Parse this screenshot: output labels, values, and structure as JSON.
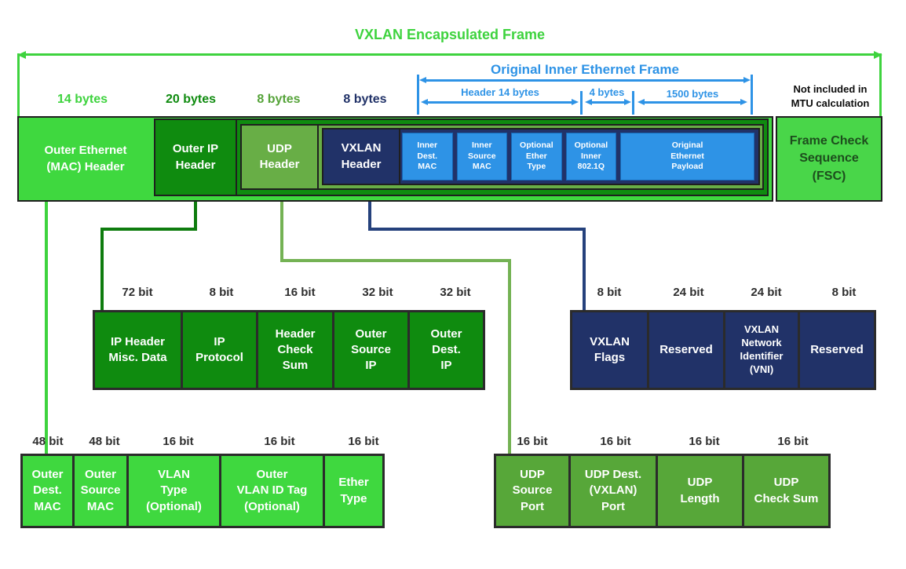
{
  "top_arrow": {
    "title": "VXLAN Encapsulated Frame"
  },
  "inner_frame": {
    "title": "Original Inner Ethernet Frame",
    "measures": [
      "Header 14 bytes",
      "4 bytes",
      "1500 bytes"
    ],
    "mtu_note": "Not included in\nMTU calculation"
  },
  "byte_labels": [
    "14 bytes",
    "20 bytes",
    "8 bytes",
    "8 bytes"
  ],
  "frame": {
    "outer_ethernet": "Outer Ethernet\n(MAC) Header",
    "outer_ip": "Outer IP\nHeader",
    "udp": "UDP\nHeader",
    "vxlan": "VXLAN\nHeader",
    "inner_fields": [
      "Inner\nDest.\nMAC",
      "Inner\nSource\nMAC",
      "Optional\nEther\nType",
      "Optional\nInner\n802.1Q",
      "Original\nEthernet\nPayload"
    ],
    "fcs": "Frame Check\nSequence\n(FSC)"
  },
  "ip_breakdown": {
    "bits": [
      "72 bit",
      "8 bit",
      "16 bit",
      "32 bit",
      "32 bit"
    ],
    "fields": [
      "IP Header\nMisc. Data",
      "IP\nProtocol",
      "Header\nCheck\nSum",
      "Outer\nSource\nIP",
      "Outer\nDest.\nIP"
    ]
  },
  "vxlan_breakdown": {
    "bits": [
      "8 bit",
      "24 bit",
      "24 bit",
      "8 bit"
    ],
    "fields": [
      "VXLAN\nFlags",
      "Reserved",
      "VXLAN\nNetwork\nIdentifier\n(VNI)",
      "Reserved"
    ]
  },
  "eth_breakdown": {
    "bits": [
      "48 bit",
      "48 bit",
      "16 bit",
      "16 bit",
      "16 bit"
    ],
    "fields": [
      "Outer\nDest.\nMAC",
      "Outer\nSource\nMAC",
      "VLAN\nType\n(Optional)",
      "Outer\nVLAN ID Tag\n(Optional)",
      "Ether\nType"
    ]
  },
  "udp_breakdown": {
    "bits": [
      "16 bit",
      "16 bit",
      "16 bit",
      "16 bit"
    ],
    "fields": [
      "UDP\nSource\nPort",
      "UDP Dest.\n(VXLAN)\nPort",
      "UDP\nLength",
      "UDP\nCheck Sum"
    ]
  },
  "colors": {
    "light_green": "#3ed33e",
    "dark_green": "#0f8b0f",
    "medium_green": "#68ae46",
    "udp_green": "#57a739",
    "navy": "#213268",
    "blue": "#2e93e6"
  }
}
